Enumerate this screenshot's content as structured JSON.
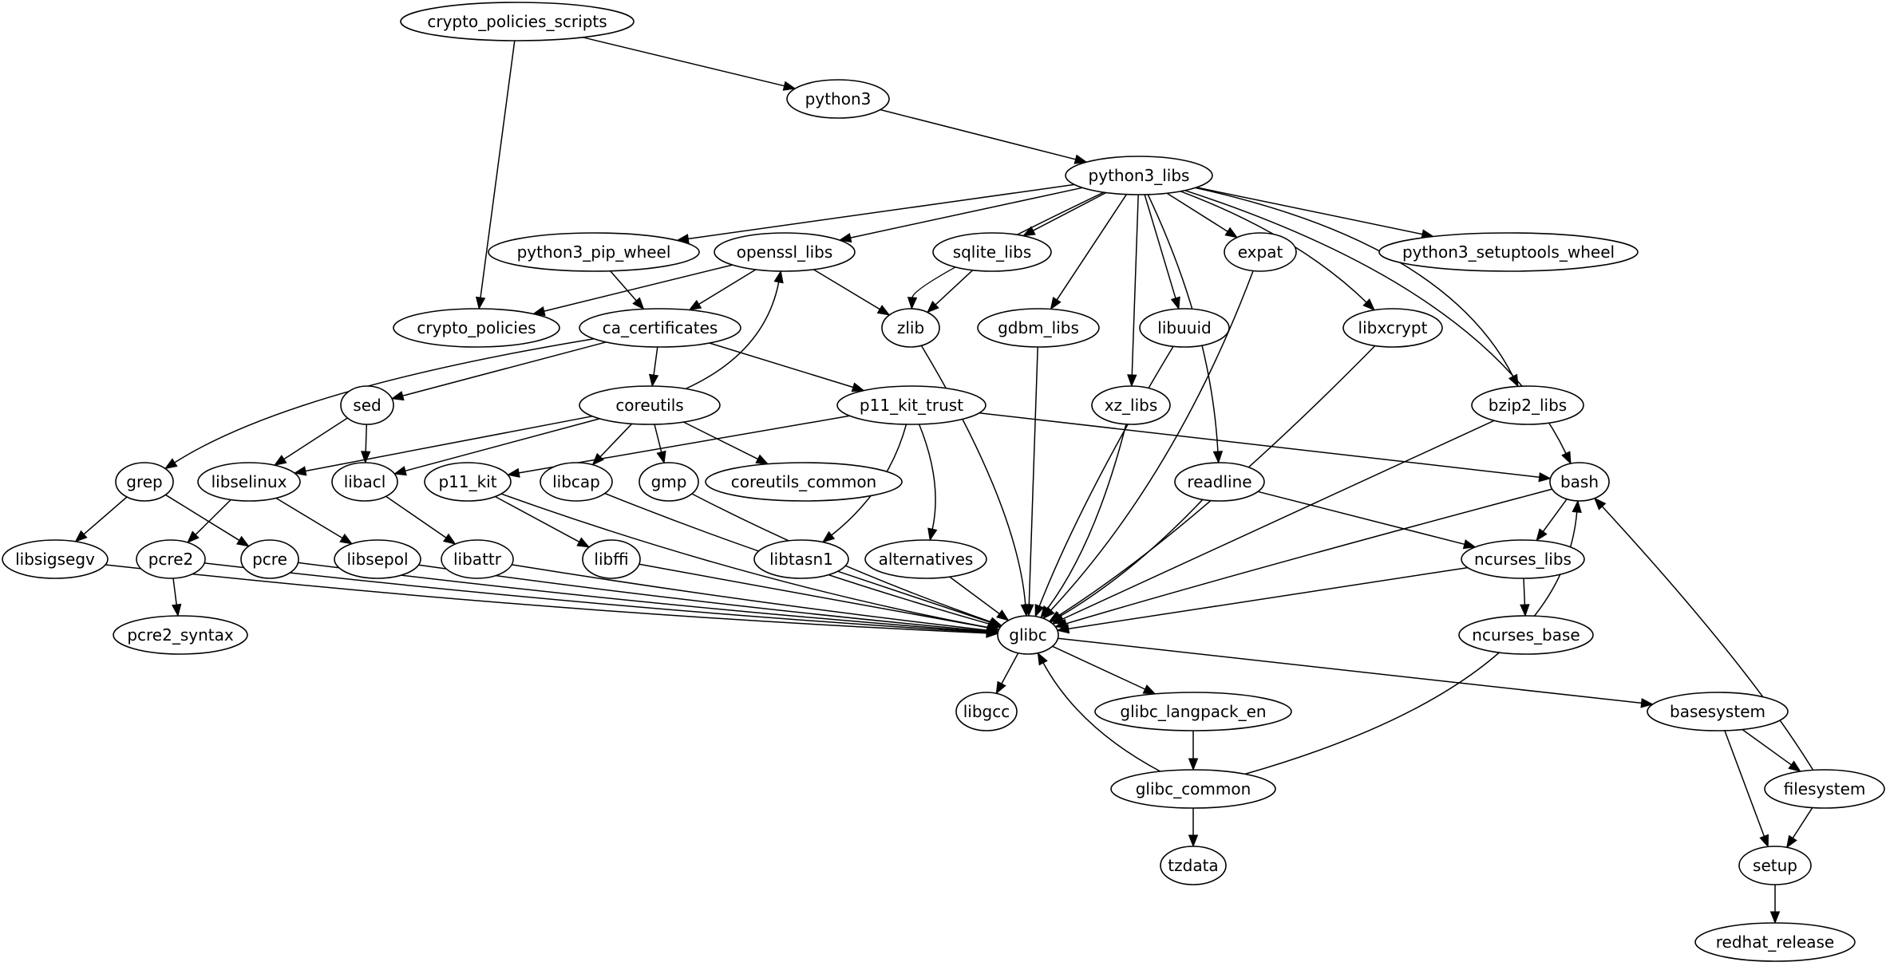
{
  "diagram": {
    "type": "directed-graph",
    "title": "Package dependency graph",
    "nodes": [
      {
        "id": "crypto_policies_scripts",
        "label": "crypto_policies_scripts"
      },
      {
        "id": "python3",
        "label": "python3"
      },
      {
        "id": "python3_libs",
        "label": "python3_libs"
      },
      {
        "id": "python3_pip_wheel",
        "label": "python3_pip_wheel"
      },
      {
        "id": "openssl_libs",
        "label": "openssl_libs"
      },
      {
        "id": "sqlite_libs",
        "label": "sqlite_libs"
      },
      {
        "id": "expat",
        "label": "expat"
      },
      {
        "id": "python3_setuptools_wheel",
        "label": "python3_setuptools_wheel"
      },
      {
        "id": "crypto_policies",
        "label": "crypto_policies"
      },
      {
        "id": "ca_certificates",
        "label": "ca_certificates"
      },
      {
        "id": "zlib",
        "label": "zlib"
      },
      {
        "id": "gdbm_libs",
        "label": "gdbm_libs"
      },
      {
        "id": "libuuid",
        "label": "libuuid"
      },
      {
        "id": "libxcrypt",
        "label": "libxcrypt"
      },
      {
        "id": "sed",
        "label": "sed"
      },
      {
        "id": "coreutils",
        "label": "coreutils"
      },
      {
        "id": "p11_kit_trust",
        "label": "p11_kit_trust"
      },
      {
        "id": "xz_libs",
        "label": "xz_libs"
      },
      {
        "id": "bzip2_libs",
        "label": "bzip2_libs"
      },
      {
        "id": "grep",
        "label": "grep"
      },
      {
        "id": "libselinux",
        "label": "libselinux"
      },
      {
        "id": "libacl",
        "label": "libacl"
      },
      {
        "id": "p11_kit",
        "label": "p11_kit"
      },
      {
        "id": "libcap",
        "label": "libcap"
      },
      {
        "id": "gmp",
        "label": "gmp"
      },
      {
        "id": "coreutils_common",
        "label": "coreutils_common"
      },
      {
        "id": "readline",
        "label": "readline"
      },
      {
        "id": "bash",
        "label": "bash"
      },
      {
        "id": "libsigsegv",
        "label": "libsigsegv"
      },
      {
        "id": "pcre2",
        "label": "pcre2"
      },
      {
        "id": "pcre",
        "label": "pcre"
      },
      {
        "id": "libsepol",
        "label": "libsepol"
      },
      {
        "id": "libattr",
        "label": "libattr"
      },
      {
        "id": "libffi",
        "label": "libffi"
      },
      {
        "id": "libtasn1",
        "label": "libtasn1"
      },
      {
        "id": "alternatives",
        "label": "alternatives"
      },
      {
        "id": "ncurses_libs",
        "label": "ncurses_libs"
      },
      {
        "id": "pcre2_syntax",
        "label": "pcre2_syntax"
      },
      {
        "id": "glibc",
        "label": "glibc"
      },
      {
        "id": "ncurses_base",
        "label": "ncurses_base"
      },
      {
        "id": "libgcc",
        "label": "libgcc"
      },
      {
        "id": "glibc_langpack_en",
        "label": "glibc_langpack_en"
      },
      {
        "id": "basesystem",
        "label": "basesystem"
      },
      {
        "id": "glibc_common",
        "label": "glibc_common"
      },
      {
        "id": "filesystem",
        "label": "filesystem"
      },
      {
        "id": "tzdata",
        "label": "tzdata"
      },
      {
        "id": "setup",
        "label": "setup"
      },
      {
        "id": "redhat_release",
        "label": "redhat_release"
      }
    ],
    "edges": [
      {
        "from": "crypto_policies_scripts",
        "to": "python3"
      },
      {
        "from": "crypto_policies_scripts",
        "to": "crypto_policies"
      },
      {
        "from": "python3",
        "to": "python3_libs"
      },
      {
        "from": "python3_libs",
        "to": "python3_pip_wheel"
      },
      {
        "from": "python3_libs",
        "to": "openssl_libs"
      },
      {
        "from": "python3_libs",
        "to": "zlib"
      },
      {
        "from": "python3_libs",
        "to": "sqlite_libs"
      },
      {
        "from": "python3_libs",
        "to": "gdbm_libs"
      },
      {
        "from": "python3_libs",
        "to": "xz_libs"
      },
      {
        "from": "python3_libs",
        "to": "libuuid"
      },
      {
        "from": "python3_libs",
        "to": "readline"
      },
      {
        "from": "python3_libs",
        "to": "expat"
      },
      {
        "from": "python3_libs",
        "to": "libxcrypt"
      },
      {
        "from": "python3_libs",
        "to": "python3_setuptools_wheel"
      },
      {
        "from": "python3_libs",
        "to": "bzip2_libs"
      },
      {
        "from": "python3_libs",
        "to": "bash"
      },
      {
        "from": "python3_pip_wheel",
        "to": "ca_certificates"
      },
      {
        "from": "openssl_libs",
        "to": "crypto_policies"
      },
      {
        "from": "openssl_libs",
        "to": "ca_certificates"
      },
      {
        "from": "openssl_libs",
        "to": "zlib"
      },
      {
        "from": "sqlite_libs",
        "to": "zlib"
      },
      {
        "from": "ca_certificates",
        "to": "grep"
      },
      {
        "from": "ca_certificates",
        "to": "sed"
      },
      {
        "from": "ca_certificates",
        "to": "coreutils"
      },
      {
        "from": "ca_certificates",
        "to": "p11_kit_trust"
      },
      {
        "from": "coreutils",
        "to": "openssl_libs"
      },
      {
        "from": "coreutils",
        "to": "libselinux"
      },
      {
        "from": "coreutils",
        "to": "libacl"
      },
      {
        "from": "coreutils",
        "to": "libcap"
      },
      {
        "from": "coreutils",
        "to": "gmp"
      },
      {
        "from": "coreutils",
        "to": "coreutils_common"
      },
      {
        "from": "sed",
        "to": "libselinux"
      },
      {
        "from": "sed",
        "to": "libacl"
      },
      {
        "from": "p11_kit_trust",
        "to": "p11_kit"
      },
      {
        "from": "p11_kit_trust",
        "to": "libtasn1"
      },
      {
        "from": "p11_kit_trust",
        "to": "alternatives"
      },
      {
        "from": "p11_kit_trust",
        "to": "bash"
      },
      {
        "from": "grep",
        "to": "libsigsegv"
      },
      {
        "from": "grep",
        "to": "pcre"
      },
      {
        "from": "libselinux",
        "to": "pcre2"
      },
      {
        "from": "libselinux",
        "to": "libsepol"
      },
      {
        "from": "libacl",
        "to": "libattr"
      },
      {
        "from": "p11_kit",
        "to": "libffi"
      },
      {
        "from": "p11_kit",
        "to": "glibc"
      },
      {
        "from": "pcre2",
        "to": "pcre2_syntax"
      },
      {
        "from": "libsigsegv",
        "to": "glibc"
      },
      {
        "from": "pcre2",
        "to": "glibc"
      },
      {
        "from": "pcre",
        "to": "glibc"
      },
      {
        "from": "libsepol",
        "to": "glibc"
      },
      {
        "from": "libattr",
        "to": "glibc"
      },
      {
        "from": "libffi",
        "to": "glibc"
      },
      {
        "from": "libcap",
        "to": "glibc"
      },
      {
        "from": "gmp",
        "to": "glibc"
      },
      {
        "from": "libtasn1",
        "to": "glibc"
      },
      {
        "from": "alternatives",
        "to": "glibc"
      },
      {
        "from": "zlib",
        "to": "glibc"
      },
      {
        "from": "gdbm_libs",
        "to": "glibc"
      },
      {
        "from": "xz_libs",
        "to": "glibc"
      },
      {
        "from": "libuuid",
        "to": "glibc"
      },
      {
        "from": "readline",
        "to": "glibc"
      },
      {
        "from": "readline",
        "to": "ncurses_libs"
      },
      {
        "from": "expat",
        "to": "glibc"
      },
      {
        "from": "libxcrypt",
        "to": "glibc"
      },
      {
        "from": "bzip2_libs",
        "to": "glibc"
      },
      {
        "from": "bash",
        "to": "glibc"
      },
      {
        "from": "bash",
        "to": "ncurses_libs"
      },
      {
        "from": "ncurses_libs",
        "to": "glibc"
      },
      {
        "from": "ncurses_libs",
        "to": "ncurses_base"
      },
      {
        "from": "glibc",
        "to": "libgcc"
      },
      {
        "from": "glibc",
        "to": "glibc_langpack_en"
      },
      {
        "from": "glibc",
        "to": "basesystem"
      },
      {
        "from": "glibc_langpack_en",
        "to": "glibc_common"
      },
      {
        "from": "glibc_common",
        "to": "glibc"
      },
      {
        "from": "glibc_common",
        "to": "bash"
      },
      {
        "from": "glibc_common",
        "to": "tzdata"
      },
      {
        "from": "basesystem",
        "to": "filesystem"
      },
      {
        "from": "basesystem",
        "to": "setup"
      },
      {
        "from": "filesystem",
        "to": "bash"
      },
      {
        "from": "filesystem",
        "to": "setup"
      },
      {
        "from": "setup",
        "to": "redhat_release"
      }
    ]
  }
}
